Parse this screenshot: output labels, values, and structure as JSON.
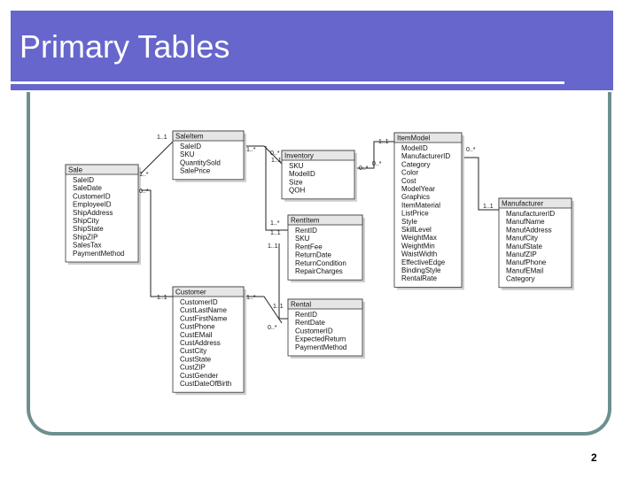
{
  "slide": {
    "title": "Primary Tables",
    "number": "2",
    "colors": {
      "header": "#6666cc",
      "frame": "#6d8f8f"
    }
  },
  "entities": [
    {
      "id": "sale",
      "name": "Sale",
      "fields": [
        "SaleID",
        "SaleDate",
        "CustomerID",
        "EmployeeID",
        "ShipAddress",
        "ShipCity",
        "ShipState",
        "ShipZIP",
        "SalesTax",
        "PaymentMethod"
      ]
    },
    {
      "id": "saleitem",
      "name": "SaleItem",
      "fields": [
        "SaleID",
        "SKU",
        "QuantitySold",
        "SalePrice"
      ]
    },
    {
      "id": "inventory",
      "name": "Inventory",
      "fields": [
        "SKU",
        "ModelID",
        "Size",
        "QOH"
      ]
    },
    {
      "id": "itemmodel",
      "name": "ItemModel",
      "fields": [
        "ModelID",
        "ManufacturerID",
        "Category",
        "Color",
        "Cost",
        "ModelYear",
        "Graphics",
        "ItemMaterial",
        "ListPrice",
        "Style",
        "SkillLevel",
        "WeightMax",
        "WeightMin",
        "WaistWidth",
        "EffectiveEdge",
        "BindingStyle",
        "RentalRate"
      ]
    },
    {
      "id": "manufacturer",
      "name": "Manufacturer",
      "fields": [
        "ManufacturerID",
        "ManufName",
        "ManufAddress",
        "ManufCity",
        "ManufState",
        "ManufZIP",
        "ManufPhone",
        "ManufEMail",
        "Category"
      ]
    },
    {
      "id": "rentitem",
      "name": "RentItem",
      "fields": [
        "RentID",
        "SKU",
        "RentFee",
        "ReturnDate",
        "ReturnCondition",
        "RepairCharges"
      ]
    },
    {
      "id": "rental",
      "name": "Rental",
      "fields": [
        "RentID",
        "RentDate",
        "CustomerID",
        "ExpectedReturn",
        "PaymentMethod"
      ]
    },
    {
      "id": "customer",
      "name": "Customer",
      "fields": [
        "CustomerID",
        "CustLastName",
        "CustFirstName",
        "CustPhone",
        "CustEMail",
        "CustAddress",
        "CustCity",
        "CustState",
        "CustZIP",
        "CustGender",
        "CustDateOfBirth"
      ]
    }
  ],
  "cardinalities": [
    "1..*",
    "1..1",
    "0..*",
    "1..1",
    "1..*",
    "1..1",
    "0..*",
    "1..1",
    "0..*",
    "1..1",
    "1..*",
    "1..1",
    "1..*",
    "1..1",
    "0..*",
    "1..1",
    "0..*",
    "0..*"
  ]
}
